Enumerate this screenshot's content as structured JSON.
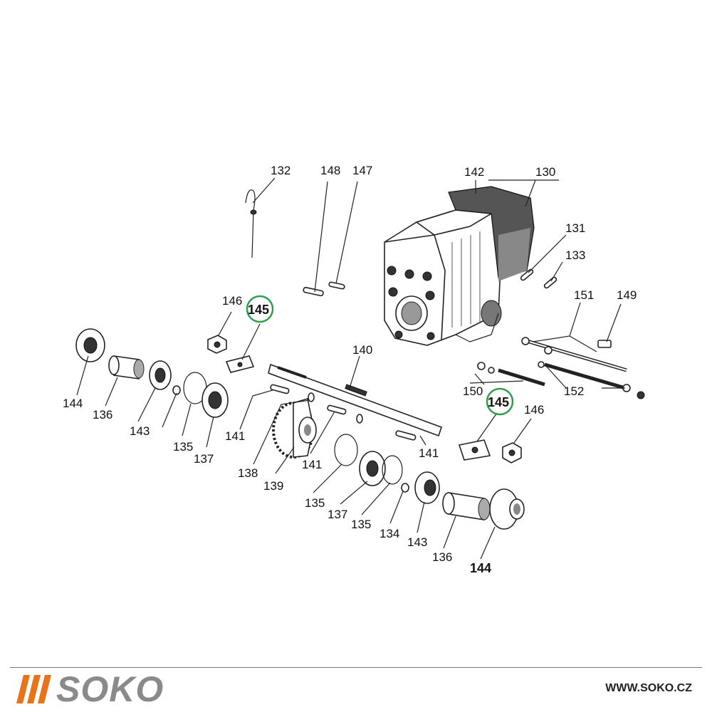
{
  "diagram": {
    "labels": {
      "l132": "132",
      "l148": "148",
      "l147": "147",
      "l142": "142",
      "l130": "130",
      "l131": "131",
      "l133": "133",
      "l151": "151",
      "l149": "149",
      "l146a": "146",
      "l145a": "145",
      "l140": "140",
      "l144a": "144",
      "l136a": "136",
      "l143a": "143",
      "l135a": "135",
      "l137a": "137",
      "l141a": "141",
      "l138": "138",
      "l139": "139",
      "l141b": "141",
      "l141c": "141",
      "l150": "150",
      "l152": "152",
      "l145b": "145",
      "l146b": "146",
      "l135b": "135",
      "l137b": "137",
      "l135c": "135",
      "l134": "134",
      "l143b": "143",
      "l136b": "136",
      "l144b": "144"
    },
    "highlight_color": "#2e9e4e"
  },
  "footer": {
    "brand": "SOKO",
    "url": "WWW.SOKO.CZ",
    "accent_color": "#e8731a"
  }
}
